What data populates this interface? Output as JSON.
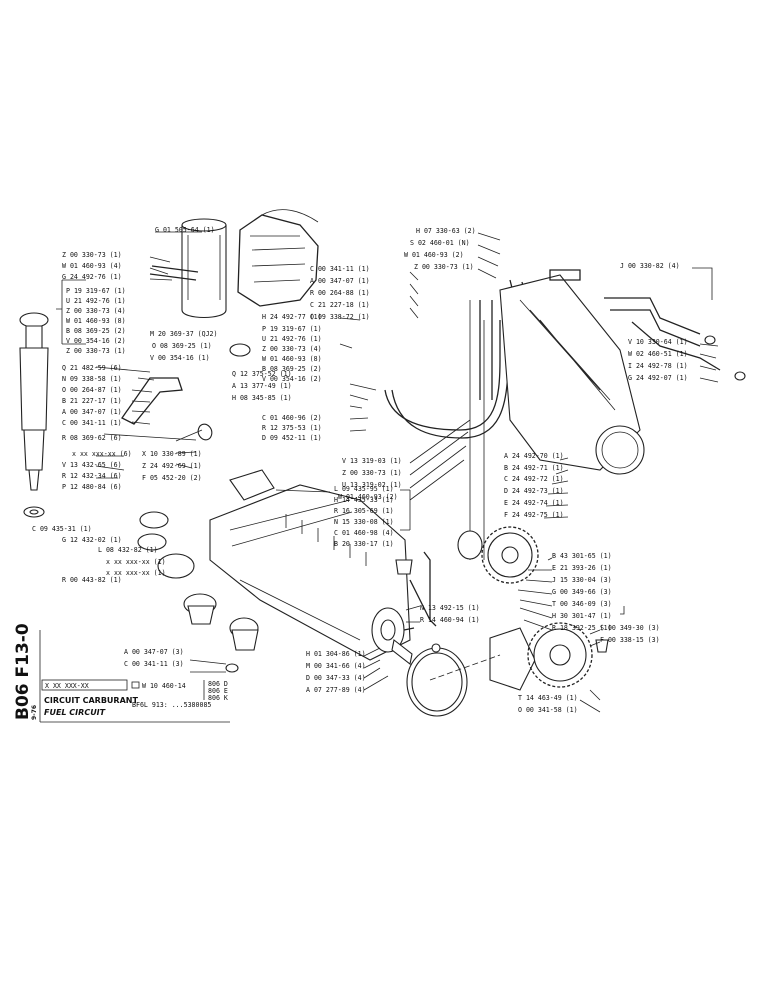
{
  "sheet": {
    "code": "B06 F13-0",
    "date": "9-76",
    "part_ref": "X XX XXX-XX",
    "variant_ref": "W 10 460-14",
    "variants": [
      "806 D",
      "806 E",
      "806 K"
    ],
    "title_fr": "CIRCUIT CARBURANT",
    "title_en": "FUEL CIRCUIT",
    "engine": "BF6L 913: ...5380085"
  },
  "callouts": {
    "top_left": [
      "G 01 505-64 (1)",
      "Z 00 330-73 (1)",
      "W 01 460-93 (4)",
      "G 24 492-76 (1)"
    ],
    "injector_group": [
      "P 19 319-67 (1)",
      "U 21 492-76 (1)",
      "Z 00 330-73 (4)",
      "W 01 460-93 (8)",
      "B 08 369-25 (2)",
      "V 00 354-16 (2)",
      "Z 00 330-73 (1)"
    ],
    "clamp": [
      "M 20 369-37 (QJ2)",
      "O 08 369-25 (1)",
      "V 00 354-16 (1)"
    ],
    "injector_left": [
      "Q 21 482-59 (6)",
      "N 09 338-58 (1)",
      "O 00 264-87 (1)",
      "B 21 227-17 (1)",
      "A 00 347-07 (1)",
      "C 00 341-11 (1)"
    ],
    "injector_lower": [
      "R 08 369-62 (6)",
      "x xx xxx-xx (6)",
      "V 13 432-65 (6)",
      "R 12 432-34 (6)",
      "P 12 480-84 (6)"
    ],
    "filter_left": [
      "C 09 435-31 (1)",
      "G 12 432-02 (1)",
      "L 08 432-82 (1)",
      "x xx xxx-xx (1)",
      "x xx xxx-xx (1)",
      "R 00 443-82 (1)"
    ],
    "mid_top": [
      "C 00 341-11 (1)",
      "A 00 347-07 (1)",
      "R 00 264-88 (1)",
      "C 21 227-18 (1)",
      "O 09 338-72 (1)"
    ],
    "mid_group": [
      "H 24 492-77 (1)",
      "P 19 319-67 (1)",
      "U 21 492-76 (1)",
      "Z 00 330-73 (4)",
      "W 01 460-93 (8)",
      "B 08 369-25 (2)",
      "V 00 354-16 (2)"
    ],
    "mid_lower": [
      "Q 12 375-52 (1)",
      "A 13 377-49 (1)",
      "H 08 345-85 (1)",
      "C 01 460-96 (2)",
      "R 12 375-53 (1)",
      "D 09 452-11 (1)"
    ],
    "pump_left": [
      "X 10 330-89 (1)",
      "Z 24 492-69 (1)",
      "F 05 452-20 (2)"
    ],
    "top_right_a": [
      "H 07 330-63 (2)",
      "S 02 460-01 (N)",
      "W 01 460-93 (2)",
      "Z 00 330-73 (1)"
    ],
    "top_right_b": [
      "J 00 330-82 (4)"
    ],
    "right_mid": [
      "V 10 330-64 (1)",
      "W 02 460-51 (1)",
      "I 24 492-78 (1)",
      "G 24 492-07 (1)"
    ],
    "center_vertical": [
      "V 13 319-03 (1)",
      "Z 00 330-73 (1)",
      "U 13 319-02 (1)",
      "W 01 460-93 (2)"
    ],
    "center_group": [
      "L 09 435-95 (1)",
      "H 14 435-33 (1)",
      "R 16 305-69 (1)",
      "N 15 330-08 (1)",
      "C 01 460-98 (4)",
      "B 20 330-17 (1)"
    ],
    "lines_right": [
      "A 24 492-70 (1)",
      "B 24 492-71 (1)",
      "C 24 492-72 (1)",
      "D 24 492-73 (1)",
      "E 24 492-74 (1)",
      "F 24 492-75 (1)"
    ],
    "gear_upper": [
      "B 43 301-65 (1)",
      "E 21 393-26 (1)",
      "J 15 330-04 (3)",
      "G 00 349-66 (3)",
      "T 00 346-09 (3)",
      "H 30 301-47 (1)",
      "R 18 392-25 (1)"
    ],
    "gear_lower": [
      "S 00 349-30 (3)",
      "F 00 338-15 (3)",
      "T 14 463-49 (1)",
      "O 00 341-58 (1)"
    ],
    "pump_mid": [
      "N 13 492-15 (1)",
      "R 14 460-94 (1)"
    ],
    "pump_bottom": [
      "H 01 304-86 (1)",
      "M 00 341-66 (4)",
      "D 00 347-33 (4)",
      "A 07 277-89 (4)"
    ],
    "bottom_left": [
      "A 00 347-07 (3)",
      "C 00 341-11 (3)"
    ]
  }
}
